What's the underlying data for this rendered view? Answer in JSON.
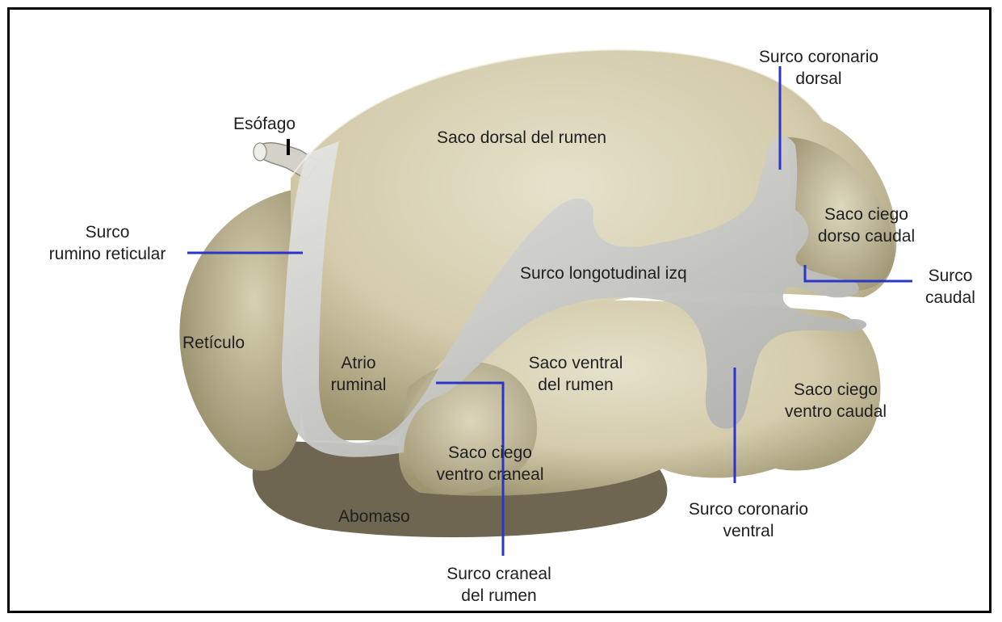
{
  "labels": {
    "esofago": "Esófago",
    "saco_dorsal": "Saco dorsal del rumen",
    "surco_coronario_dorsal_1": "Surco coronario",
    "surco_coronario_dorsal_2": "dorsal",
    "surco_rumino_1": "Surco",
    "surco_rumino_2": "rumino reticular",
    "saco_ciego_dorso_1": "Saco ciego",
    "saco_ciego_dorso_2": "dorso caudal",
    "surco_caudal_1": "Surco",
    "surco_caudal_2": "caudal",
    "surco_longitudinal": "Surco longotudinal izq",
    "reticulo": "Retículo",
    "atrio_1": "Atrio",
    "atrio_2": "ruminal",
    "saco_ventral_1": "Saco ventral",
    "saco_ventral_2": "del rumen",
    "saco_ciego_ventro_caudal_1": "Saco ciego",
    "saco_ciego_ventro_caudal_2": "ventro caudal",
    "saco_ciego_ventro_craneal_1": "Saco ciego",
    "saco_ciego_ventro_craneal_2": "ventro craneal",
    "abomaso": "Abomaso",
    "surco_coronario_ventral_1": "Surco coronario",
    "surco_coronario_ventral_2": "ventral",
    "surco_craneal_1": "Surco craneal",
    "surco_craneal_2": "del rumen"
  },
  "colors": {
    "leader_line": "#2b35c9",
    "organ_fill": "#d9d3b8",
    "organ_shade": "#a49c79",
    "groove_fill": "#c7c8c7",
    "abomaso_fill": "#6f6651",
    "frame": "#000000"
  }
}
